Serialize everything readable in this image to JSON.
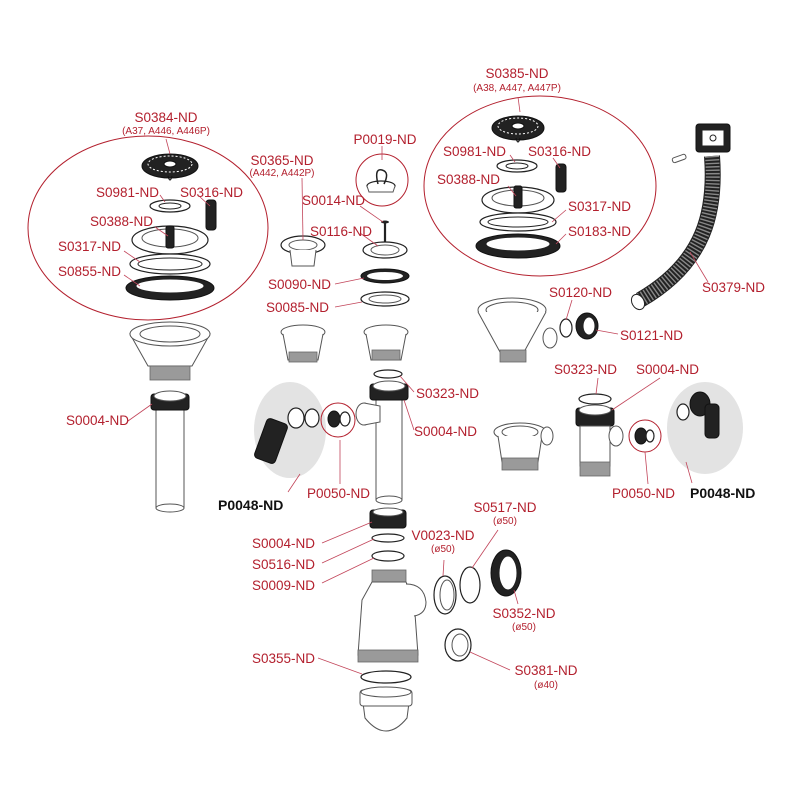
{
  "colors": {
    "label": "#b3202e",
    "highlight_label": "#111111",
    "highlight_bg": "#e3e3e3"
  },
  "groups": {
    "left_strainer": {
      "title": "S0384-ND",
      "subtitle": "(A37, A446, A446P)",
      "parts": [
        "S0981-ND",
        "S0316-ND",
        "S0388-ND",
        "S0317-ND",
        "S0855-ND"
      ]
    },
    "right_strainer": {
      "title": "S0385-ND",
      "subtitle": "(A38, A447, A447P)",
      "parts": [
        "S0981-ND",
        "S0316-ND",
        "S0388-ND",
        "S0317-ND",
        "S0183-ND"
      ]
    },
    "plug": {
      "title": "P0019-ND"
    }
  },
  "labels": {
    "s0365": {
      "code": "S0365-ND",
      "note": "(A442, A442P)"
    },
    "s0014": "S0014-ND",
    "s0116": "S0116-ND",
    "s0090": "S0090-ND",
    "s0085": "S0085-ND",
    "s0379": "S0379-ND",
    "s0120": "S0120-ND",
    "s0121": "S0121-ND",
    "s0004_left": "S0004-ND",
    "s0323_mid": "S0323-ND",
    "s0004_mid": "S0004-ND",
    "p0050_left": "P0050-ND",
    "p0048_left": "P0048-ND",
    "s0323_right": "S0323-ND",
    "s0004_right": "S0004-ND",
    "p0050_right": "P0050-ND",
    "p0048_right": "P0048-ND",
    "s0004_lower": "S0004-ND",
    "s0516": "S0516-ND",
    "s0009": "S0009-ND",
    "v0023": {
      "code": "V0023-ND",
      "note": "(ø50)"
    },
    "s0517": {
      "code": "S0517-ND",
      "note": "(ø50)"
    },
    "s0352": {
      "code": "S0352-ND",
      "note": "(ø50)"
    },
    "s0355": "S0355-ND",
    "s0381": {
      "code": "S0381-ND",
      "note": "(ø40)"
    }
  }
}
